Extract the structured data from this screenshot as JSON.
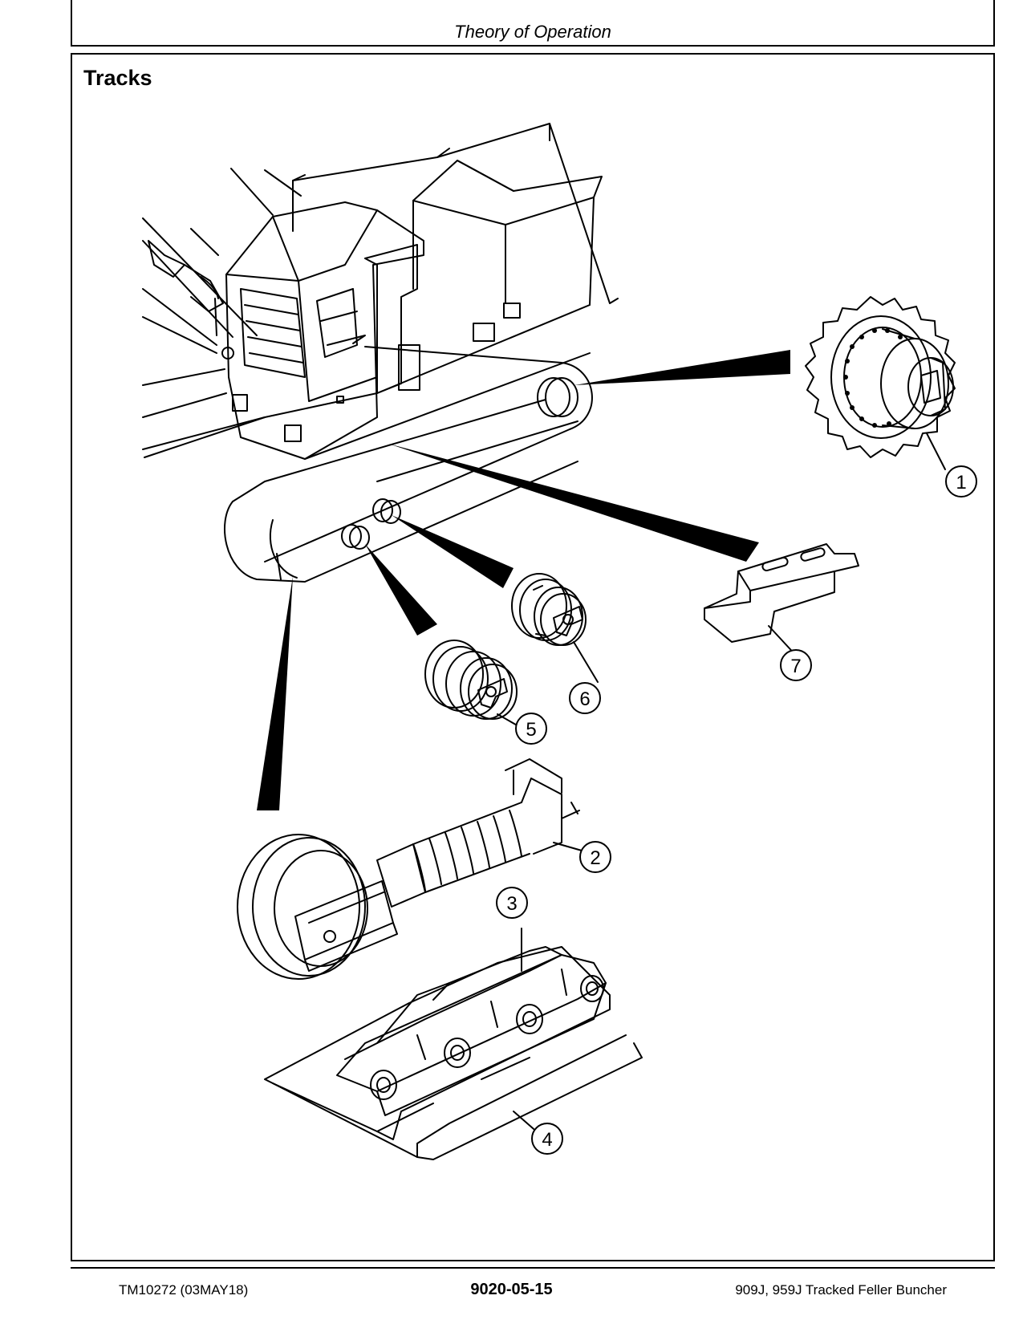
{
  "header": {
    "title": "Theory of Operation"
  },
  "section": {
    "title": "Tracks"
  },
  "callouts": [
    {
      "id": "1",
      "label": "1",
      "part": "sprocket-drive-motor"
    },
    {
      "id": "2",
      "label": "2",
      "part": "idler-and-recoil-spring"
    },
    {
      "id": "3",
      "label": "3",
      "part": "track-chain"
    },
    {
      "id": "4",
      "label": "4",
      "part": "track-shoe"
    },
    {
      "id": "5",
      "label": "5",
      "part": "lower-track-roller"
    },
    {
      "id": "6",
      "label": "6",
      "part": "carrier-roller"
    },
    {
      "id": "7",
      "label": "7",
      "part": "track-guide"
    }
  ],
  "footer": {
    "left": "TM10272 (03MAY18)",
    "center": "9020-05-15",
    "right": "909J, 959J Tracked Feller Buncher"
  }
}
